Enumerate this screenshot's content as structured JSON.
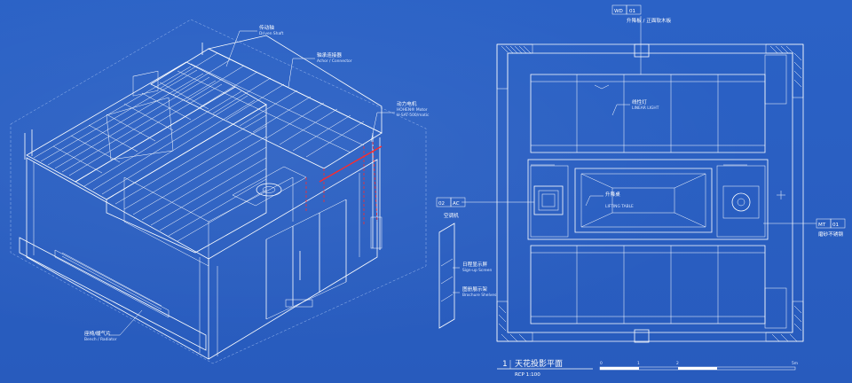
{
  "isometric": {
    "callouts": [
      {
        "zh": "传动轴",
        "en": "Driven Shaft"
      },
      {
        "zh": "轴承连接器",
        "en": "Achor / Connector"
      },
      {
        "zh": "动力电机",
        "en": "HOHEN® Motor",
        "en2": "H-SAT-500/matic"
      },
      {
        "zh": "座椅/暖气片",
        "en": "Bench / Radiator"
      },
      {
        "zh": "日程显示屏",
        "en": "Sign-up Screen"
      },
      {
        "zh": "图册展示架",
        "en": "Brochure Shelves"
      }
    ]
  },
  "plan": {
    "tags": [
      {
        "code": "WD",
        "num": "01",
        "label": "升降板 / 正面软木板"
      },
      {
        "code": "AC",
        "num": "02",
        "label": "空调机"
      },
      {
        "code": "MT",
        "num": "01",
        "label": "磨砂不锈钢"
      }
    ],
    "linear_light": {
      "zh": "线性灯",
      "en": "LINEAR LIGHT"
    },
    "lifting_table": {
      "zh": "升降桌",
      "en": "LIFTING TABLE"
    },
    "title": {
      "num": "1",
      "zh": "天花投影平面",
      "scale": "RCP 1:100"
    },
    "scalebar": {
      "ticks": [
        "0",
        "1",
        "2",
        "5m"
      ]
    }
  }
}
